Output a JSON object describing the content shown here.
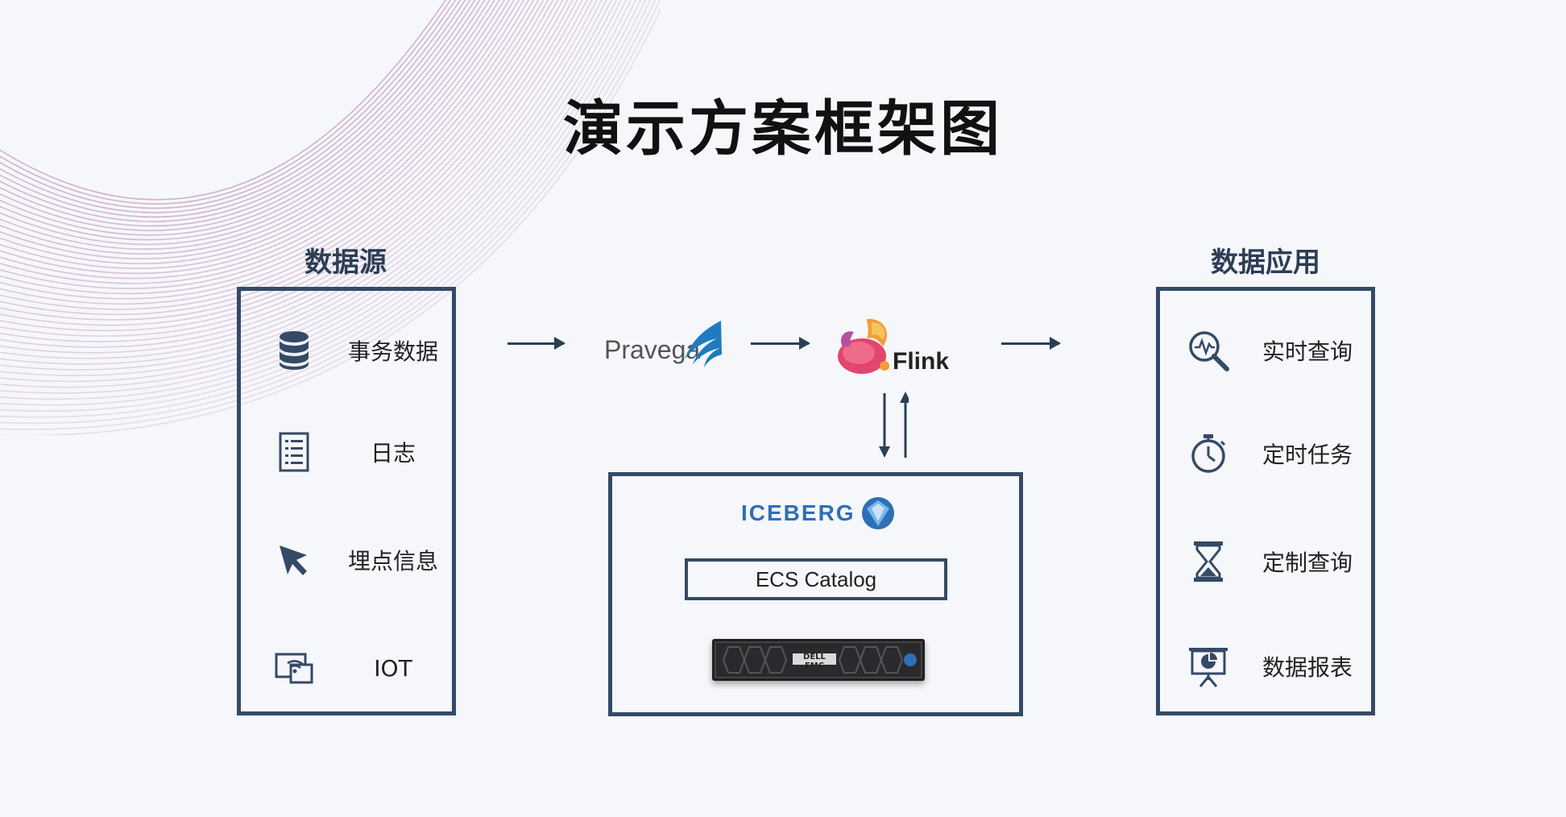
{
  "title": "演示方案框架图",
  "sources": {
    "heading": "数据源",
    "items": [
      {
        "label": "事务数据",
        "icon": "database-icon"
      },
      {
        "label": "日志",
        "icon": "list-document-icon"
      },
      {
        "label": "埋点信息",
        "icon": "cursor-pointer-icon"
      },
      {
        "label": "IOT",
        "icon": "iot-device-icon"
      }
    ]
  },
  "pipeline": {
    "pravega": "Pravega",
    "flink": "Flink",
    "iceberg": "ICEBERG",
    "catalog": "ECS Catalog",
    "server_brand": "DELL EMC"
  },
  "applications": {
    "heading": "数据应用",
    "items": [
      {
        "label": "实时查询",
        "icon": "search-analytics-icon"
      },
      {
        "label": "定时任务",
        "icon": "stopwatch-icon"
      },
      {
        "label": "定制查询",
        "icon": "hourglass-icon"
      },
      {
        "label": "数据报表",
        "icon": "presentation-chart-icon"
      }
    ]
  },
  "colors": {
    "frame": "#344a66",
    "arrow": "#2c3e55",
    "iceberg_blue": "#2f6fb5",
    "decor_lines": "#c9a6c8"
  }
}
